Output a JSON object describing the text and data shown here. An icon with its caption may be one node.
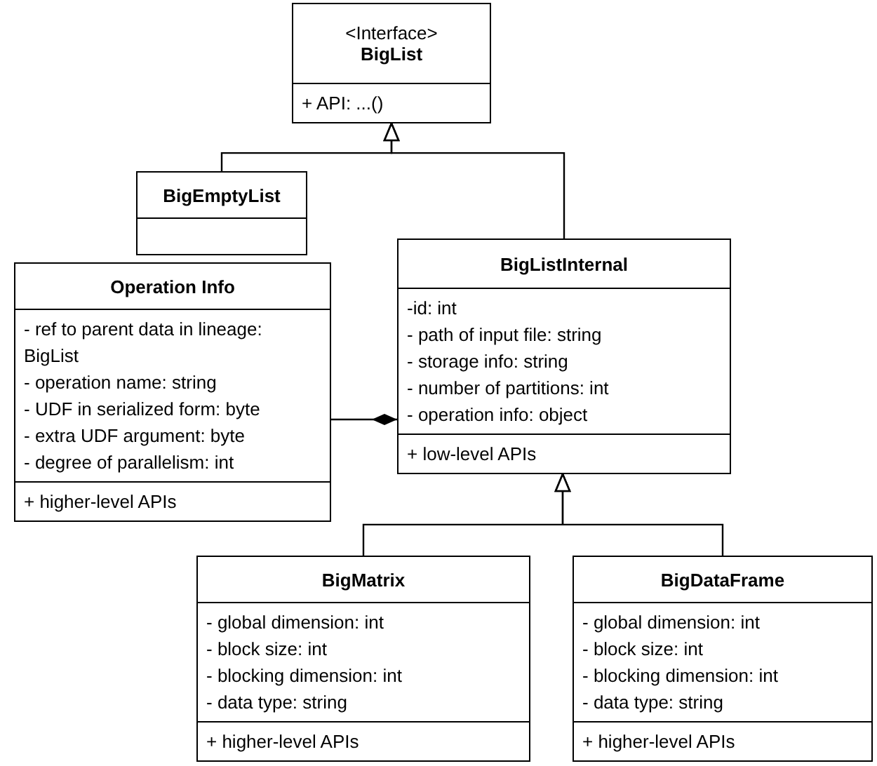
{
  "diagram": {
    "nodes": [
      {
        "text": [
          "<Interface>",
          "BigList"
        ]
      },
      {
        "text": [
          "+ API: ...()"
        ],
        "in": 0
      },
      {
        "text": [
          "BigEmptyList"
        ]
      },
      {
        "text": [],
        "shape": "box",
        "in": 2
      },
      {
        "text": [
          "Operation Info"
        ]
      },
      {
        "text": [
          "- ref to parent data in lineage: BigList",
          "- operation name: string",
          "- UDF in serialized form: byte",
          "- extra UDF argument: byte",
          "- degree of parallelism: int"
        ],
        "in": 4
      },
      {
        "text": [
          "+ higher-level APIs"
        ],
        "in": 4
      },
      {
        "text": [
          "BigListInternal"
        ]
      },
      {
        "text": [
          "-id: int",
          "- path of input file: string",
          "- storage info: string",
          "- number of partitions: int",
          "- operation info: object"
        ],
        "in": 7
      },
      {
        "text": [
          "+ low-level APIs"
        ],
        "in": 7
      },
      {
        "text": [
          "BigMatrix"
        ]
      },
      {
        "text": [
          "- global dimension: int",
          "- block size: int",
          "- blocking dimension: int",
          "- data type: string"
        ],
        "in": 10
      },
      {
        "text": [
          "+ higher-level APIs"
        ],
        "in": 10
      },
      {
        "text": [
          "BigDataFrame"
        ]
      },
      {
        "text": [
          "- global dimension: int",
          "- block size: int",
          "- blocking dimension: int",
          "- data type: string"
        ],
        "in": 13
      },
      {
        "text": [
          "+ higher-level APIs"
        ],
        "in": 13
      }
    ],
    "edges": [
      {
        "from": 2,
        "to": 0,
        "arrow": "to"
      },
      {
        "from": 7,
        "to": 0,
        "arrow": "to"
      },
      {
        "from": 10,
        "to": 7,
        "arrow": "to"
      },
      {
        "from": 13,
        "to": 7,
        "arrow": "to"
      },
      {
        "from": 4,
        "to": 7,
        "arrow": "other"
      }
    ]
  }
}
